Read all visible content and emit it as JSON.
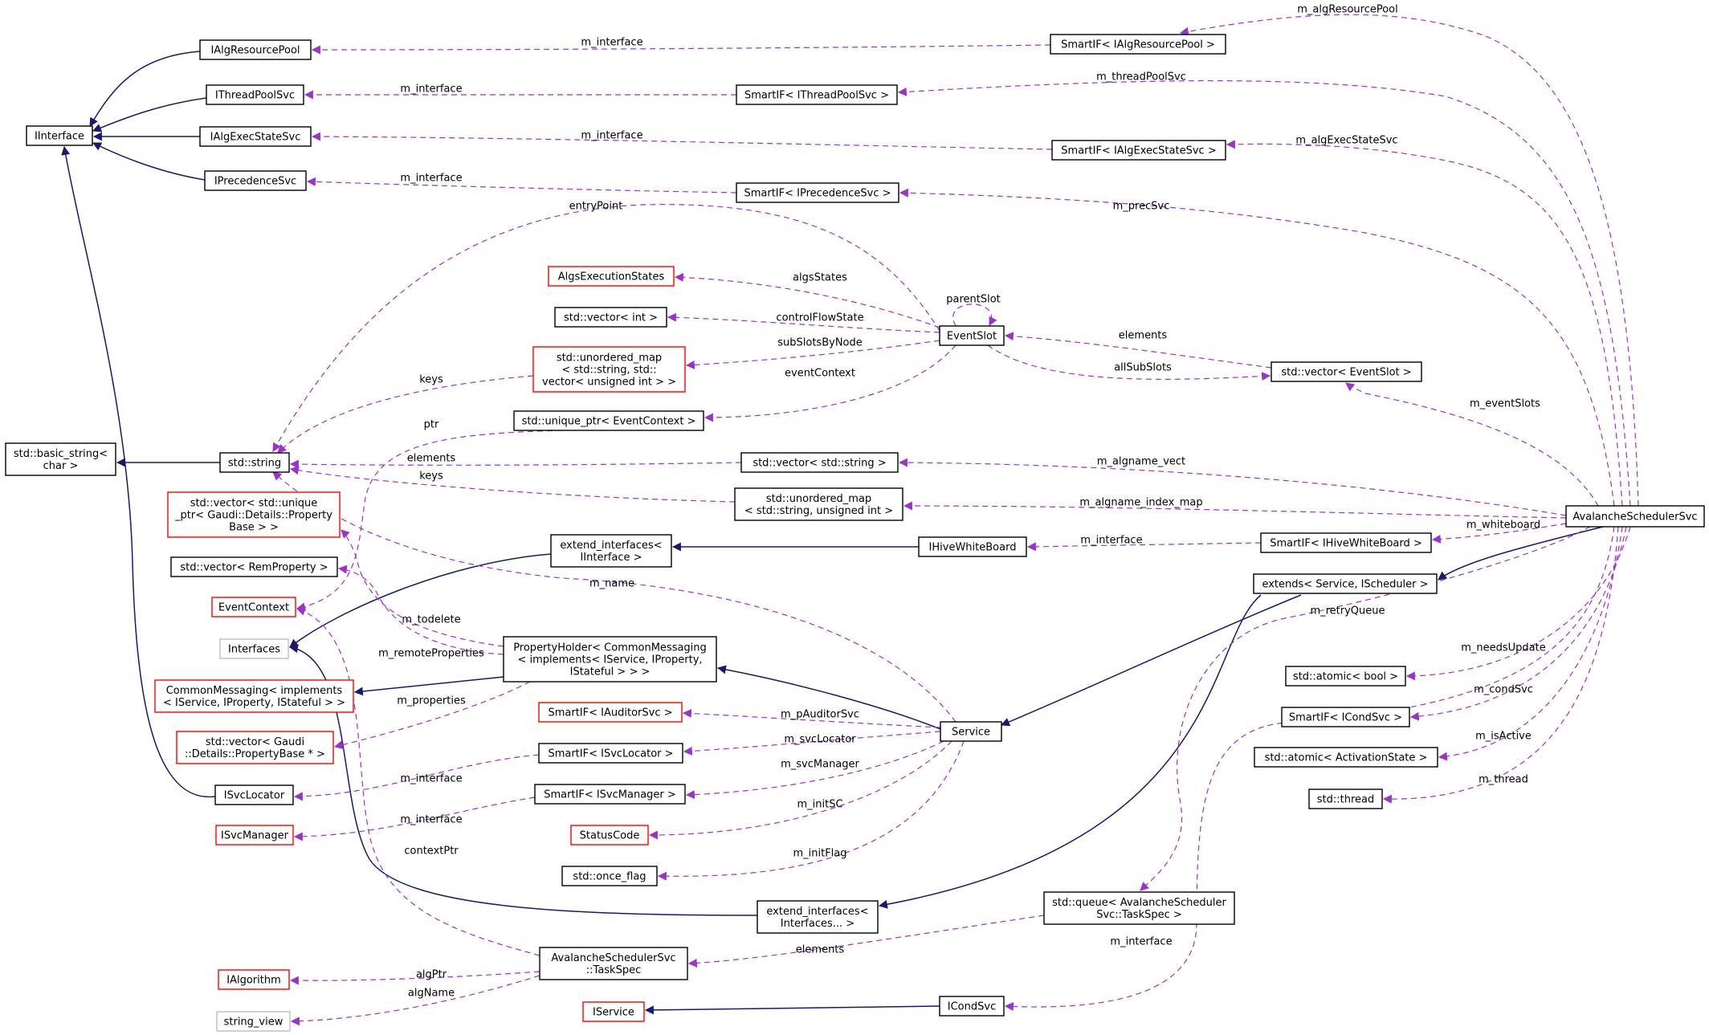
{
  "colors": {
    "normal_border": "#000000",
    "red_border": "#ff0000",
    "gray_border": "#bfbfbf",
    "focus_fill": "#bfbfbf",
    "inheritance_edge": "#191970",
    "member_edge": "#9a32cd"
  },
  "nodes": [
    {
      "id": "IAlgResourcePool",
      "lines": [
        "IAlgResourcePool"
      ],
      "border": "normal"
    },
    {
      "id": "IThreadPoolSvc",
      "lines": [
        "IThreadPoolSvc"
      ],
      "border": "normal"
    },
    {
      "id": "IAlgExecStateSvc",
      "lines": [
        "IAlgExecStateSvc"
      ],
      "border": "normal"
    },
    {
      "id": "IPrecedenceSvc",
      "lines": [
        "IPrecedenceSvc"
      ],
      "border": "normal"
    },
    {
      "id": "IInterface",
      "lines": [
        "IInterface"
      ],
      "border": "normal"
    },
    {
      "id": "SmartIF_IAlgResourcePool",
      "lines": [
        "SmartIF< IAlgResourcePool >"
      ],
      "border": "normal"
    },
    {
      "id": "SmartIF_IThreadPoolSvc",
      "lines": [
        "SmartIF< IThreadPoolSvc >"
      ],
      "border": "normal"
    },
    {
      "id": "SmartIF_IAlgExecStateSvc",
      "lines": [
        "SmartIF< IAlgExecStateSvc >"
      ],
      "border": "normal"
    },
    {
      "id": "SmartIF_IPrecedenceSvc",
      "lines": [
        "SmartIF< IPrecedenceSvc >"
      ],
      "border": "normal"
    },
    {
      "id": "AlgsExecutionStates",
      "lines": [
        "AlgsExecutionStates"
      ],
      "border": "red"
    },
    {
      "id": "vector_int",
      "lines": [
        "std::vector< int >"
      ],
      "border": "normal"
    },
    {
      "id": "unordered_map_vec",
      "lines": [
        "std::unordered_map",
        "< std::string, std::",
        "vector< unsigned int > >"
      ],
      "border": "red"
    },
    {
      "id": "unique_ptr_EventContext",
      "lines": [
        "std::unique_ptr< EventContext >"
      ],
      "border": "normal"
    },
    {
      "id": "EventSlot",
      "lines": [
        "EventSlot"
      ],
      "border": "normal"
    },
    {
      "id": "vector_EventSlot",
      "lines": [
        "std::vector< EventSlot >"
      ],
      "border": "normal"
    },
    {
      "id": "basic_string",
      "lines": [
        "std::basic_string<",
        "char >"
      ],
      "border": "normal"
    },
    {
      "id": "std_string",
      "lines": [
        "std::string"
      ],
      "border": "normal"
    },
    {
      "id": "vector_string",
      "lines": [
        "std::vector< std::string >"
      ],
      "border": "normal"
    },
    {
      "id": "unordered_map_uint",
      "lines": [
        "std::unordered_map",
        "< std::string, unsigned int >"
      ],
      "border": "normal"
    },
    {
      "id": "vector_unique_ptr_PropertyBase",
      "lines": [
        "std::vector< std::unique",
        "_ptr< Gaudi::Details::Property",
        "Base > >"
      ],
      "border": "red"
    },
    {
      "id": "vector_RemProperty",
      "lines": [
        "std::vector< RemProperty >"
      ],
      "border": "normal"
    },
    {
      "id": "EventContext",
      "lines": [
        "EventContext"
      ],
      "border": "red"
    },
    {
      "id": "Interfaces",
      "lines": [
        "Interfaces"
      ],
      "border": "gray"
    },
    {
      "id": "CommonMessaging",
      "lines": [
        "CommonMessaging< implements",
        "< IService, IProperty, IStateful > >"
      ],
      "border": "red"
    },
    {
      "id": "vector_PropertyBase_ptr",
      "lines": [
        "std::vector< Gaudi",
        "::Details::PropertyBase * >"
      ],
      "border": "red"
    },
    {
      "id": "ISvcLocator",
      "lines": [
        "ISvcLocator"
      ],
      "border": "normal"
    },
    {
      "id": "ISvcManager",
      "lines": [
        "ISvcManager"
      ],
      "border": "red"
    },
    {
      "id": "IAlgorithm",
      "lines": [
        "IAlgorithm"
      ],
      "border": "red"
    },
    {
      "id": "string_view",
      "lines": [
        "string_view"
      ],
      "border": "gray"
    },
    {
      "id": "extend_interfaces_IInterface",
      "lines": [
        "extend_interfaces<",
        "IInterface >"
      ],
      "border": "normal"
    },
    {
      "id": "IHiveWhiteBoard",
      "lines": [
        "IHiveWhiteBoard"
      ],
      "border": "normal"
    },
    {
      "id": "SmartIF_IHiveWhiteBoard",
      "lines": [
        "SmartIF< IHiveWhiteBoard >"
      ],
      "border": "normal"
    },
    {
      "id": "PropertyHolder",
      "lines": [
        "PropertyHolder< CommonMessaging",
        "< implements< IService, IProperty,",
        "IStateful > > >"
      ],
      "border": "normal"
    },
    {
      "id": "SmartIF_IAuditorSvc",
      "lines": [
        "SmartIF< IAuditorSvc >"
      ],
      "border": "red"
    },
    {
      "id": "SmartIF_ISvcLocator",
      "lines": [
        "SmartIF< ISvcLocator >"
      ],
      "border": "normal"
    },
    {
      "id": "SmartIF_ISvcManager",
      "lines": [
        "SmartIF< ISvcManager >"
      ],
      "border": "normal"
    },
    {
      "id": "StatusCode",
      "lines": [
        "StatusCode"
      ],
      "border": "red"
    },
    {
      "id": "once_flag",
      "lines": [
        "std::once_flag"
      ],
      "border": "normal"
    },
    {
      "id": "Service",
      "lines": [
        "Service"
      ],
      "border": "normal"
    },
    {
      "id": "extend_interfaces_Interfaces",
      "lines": [
        "extend_interfaces<",
        "Interfaces... >"
      ],
      "border": "normal"
    },
    {
      "id": "TaskSpec",
      "lines": [
        "AvalancheSchedulerSvc",
        "::TaskSpec"
      ],
      "border": "normal"
    },
    {
      "id": "IService",
      "lines": [
        "IService"
      ],
      "border": "red"
    },
    {
      "id": "ICondSvc",
      "lines": [
        "ICondSvc"
      ],
      "border": "normal"
    },
    {
      "id": "extends_Service_IScheduler",
      "lines": [
        "extends< Service, IScheduler >"
      ],
      "border": "normal"
    },
    {
      "id": "atomic_bool",
      "lines": [
        "std::atomic< bool >"
      ],
      "border": "normal"
    },
    {
      "id": "SmartIF_ICondSvc",
      "lines": [
        "SmartIF< ICondSvc >"
      ],
      "border": "normal"
    },
    {
      "id": "atomic_ActivationState",
      "lines": [
        "std::atomic< ActivationState >"
      ],
      "border": "normal"
    },
    {
      "id": "std_thread",
      "lines": [
        "std::thread"
      ],
      "border": "normal"
    },
    {
      "id": "queue_TaskSpec",
      "lines": [
        "std::queue< AvalancheScheduler",
        "Svc::TaskSpec >"
      ],
      "border": "normal"
    },
    {
      "id": "AvalancheSchedulerSvc",
      "lines": [
        "AvalancheSchedulerSvc"
      ],
      "border": "focus"
    }
  ],
  "edge_labels": [
    {
      "id": "lbl_m_algResourcePool",
      "text": "m_algResourcePool"
    },
    {
      "id": "lbl_m_interface_1",
      "text": "m_interface"
    },
    {
      "id": "lbl_m_threadPoolSvc",
      "text": "m_threadPoolSvc"
    },
    {
      "id": "lbl_m_interface_2",
      "text": "m_interface"
    },
    {
      "id": "lbl_m_interface_3",
      "text": "m_interface"
    },
    {
      "id": "lbl_m_algExecStateSvc",
      "text": "m_algExecStateSvc"
    },
    {
      "id": "lbl_m_interface_4",
      "text": "m_interface"
    },
    {
      "id": "lbl_m_precSvc",
      "text": "m_precSvc"
    },
    {
      "id": "lbl_entryPoint",
      "text": "entryPoint"
    },
    {
      "id": "lbl_algsStates",
      "text": "algsStates"
    },
    {
      "id": "lbl_parentSlot",
      "text": "parentSlot"
    },
    {
      "id": "lbl_controlFlowState",
      "text": "controlFlowState"
    },
    {
      "id": "lbl_elements_1",
      "text": "elements"
    },
    {
      "id": "lbl_subSlotsByNode",
      "text": "subSlotsByNode"
    },
    {
      "id": "lbl_allSubSlots",
      "text": "allSubSlots"
    },
    {
      "id": "lbl_keys_1",
      "text": "keys"
    },
    {
      "id": "lbl_eventContext",
      "text": "eventContext"
    },
    {
      "id": "lbl_m_eventSlots",
      "text": "m_eventSlots"
    },
    {
      "id": "lbl_ptr",
      "text": "ptr"
    },
    {
      "id": "lbl_elements_2",
      "text": "elements"
    },
    {
      "id": "lbl_m_algname_vect",
      "text": "m_algname_vect"
    },
    {
      "id": "lbl_keys_2",
      "text": "keys"
    },
    {
      "id": "lbl_m_algname_index_map",
      "text": "m_algname_index_map"
    },
    {
      "id": "lbl_m_interface_5",
      "text": "m_interface"
    },
    {
      "id": "lbl_m_whiteboard",
      "text": "m_whiteboard"
    },
    {
      "id": "lbl_m_name",
      "text": "m_name"
    },
    {
      "id": "lbl_m_retryQueue",
      "text": "m_retryQueue"
    },
    {
      "id": "lbl_m_todelete",
      "text": "m_todelete"
    },
    {
      "id": "lbl_m_remoteProperties",
      "text": "m_remoteProperties"
    },
    {
      "id": "lbl_m_needsUpdate",
      "text": "m_needsUpdate"
    },
    {
      "id": "lbl_m_properties",
      "text": "m_properties"
    },
    {
      "id": "lbl_m_condSvc",
      "text": "m_condSvc"
    },
    {
      "id": "lbl_m_pAuditorSvc",
      "text": "m_pAuditorSvc"
    },
    {
      "id": "lbl_m_isActive",
      "text": "m_isActive"
    },
    {
      "id": "lbl_m_svcLocator",
      "text": "m_svcLocator"
    },
    {
      "id": "lbl_m_interface_6",
      "text": "m_interface"
    },
    {
      "id": "lbl_m_svcManager",
      "text": "m_svcManager"
    },
    {
      "id": "lbl_m_thread",
      "text": "m_thread"
    },
    {
      "id": "lbl_m_interface_7",
      "text": "m_interface"
    },
    {
      "id": "lbl_m_initSC",
      "text": "m_initSC"
    },
    {
      "id": "lbl_contextPtr",
      "text": "contextPtr"
    },
    {
      "id": "lbl_m_initFlag",
      "text": "m_initFlag"
    },
    {
      "id": "lbl_m_interface_8",
      "text": "m_interface"
    },
    {
      "id": "lbl_elements_3",
      "text": "elements"
    },
    {
      "id": "lbl_algPtr",
      "text": "algPtr"
    },
    {
      "id": "lbl_algName",
      "text": "algName"
    }
  ]
}
